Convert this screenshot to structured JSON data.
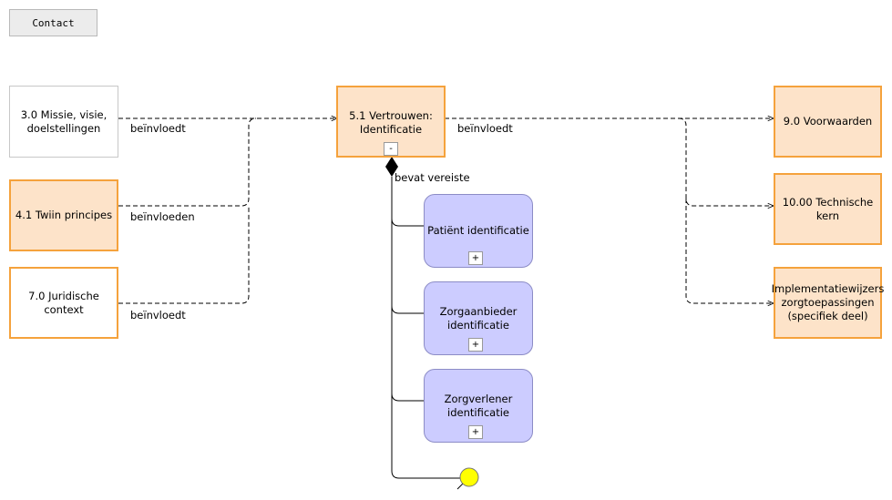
{
  "toolbar": {
    "contact_label": "Contact"
  },
  "nodes": {
    "missie": "3.0 Missie, visie,\ndoelstellingen",
    "twiin": "4.1 Twiin principes",
    "juridisch": "7.0 Juridische\ncontext",
    "vertrouwen": "5.1 Vertrouwen:\nIdentificatie",
    "voorwaarden": "9.0 Voorwaarden",
    "technische": "10.00 Technische\nkern",
    "implementatie": "Implementatiewijzers\nzorgtoepassingen\n(specifiek deel)"
  },
  "tasks": [
    {
      "label": "Patiënt identificatie",
      "toggle": "+"
    },
    {
      "label": "Zorgaanbieder\nidentificatie",
      "toggle": "+"
    },
    {
      "label": "Zorgverlener\nidentificatie",
      "toggle": "+"
    }
  ],
  "collapse_toggle": "-",
  "relations": {
    "missie": "beïnvloedt",
    "twiin": "beïnvloeden",
    "juridisch": "beïnvloedt",
    "vertrouwen_out": "beïnvloedt",
    "contains": "bevat vereiste"
  },
  "colors": {
    "orange_border": "#f5a23c",
    "orange_fill": "#fde3c9",
    "task_fill": "#ccccff",
    "event_yellow": "#ffff00"
  }
}
